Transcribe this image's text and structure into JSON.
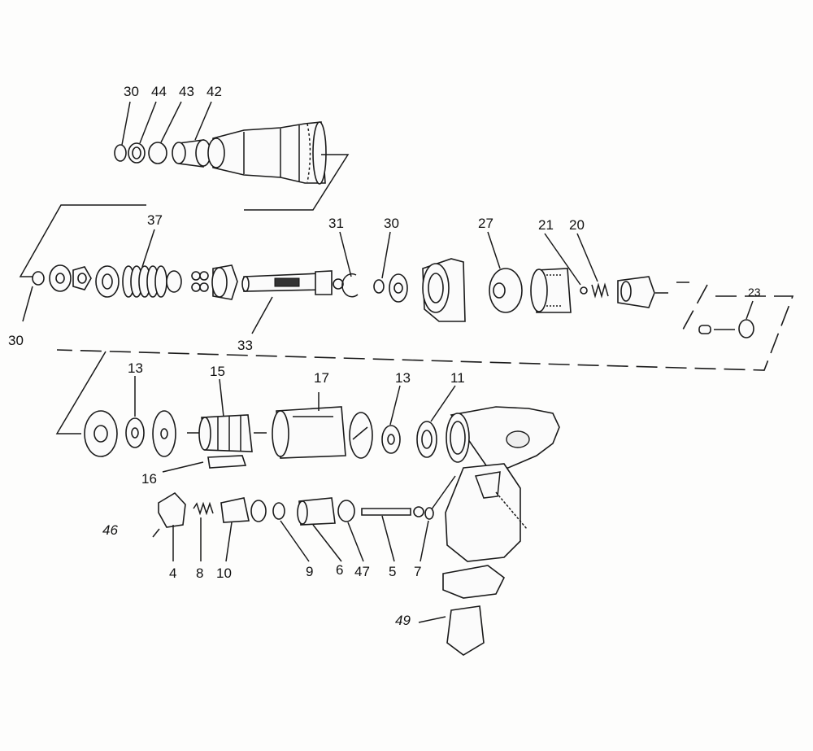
{
  "labels": {
    "l30a": "30",
    "l44": "44",
    "l43": "43",
    "l42": "42",
    "l37": "37",
    "l31": "31",
    "l30b": "30",
    "l27": "27",
    "l21": "21",
    "l20": "20",
    "l23": "23",
    "l30c": "30",
    "l33": "33",
    "l13a": "13",
    "l15": "15",
    "l17": "17",
    "l13b": "13",
    "l11": "11",
    "l16": "16",
    "l46": "46",
    "l4": "4",
    "l8": "8",
    "l10": "10",
    "l9": "9",
    "l6": "6",
    "l47": "47",
    "l5": "5",
    "l7": "7",
    "l49": "49"
  }
}
